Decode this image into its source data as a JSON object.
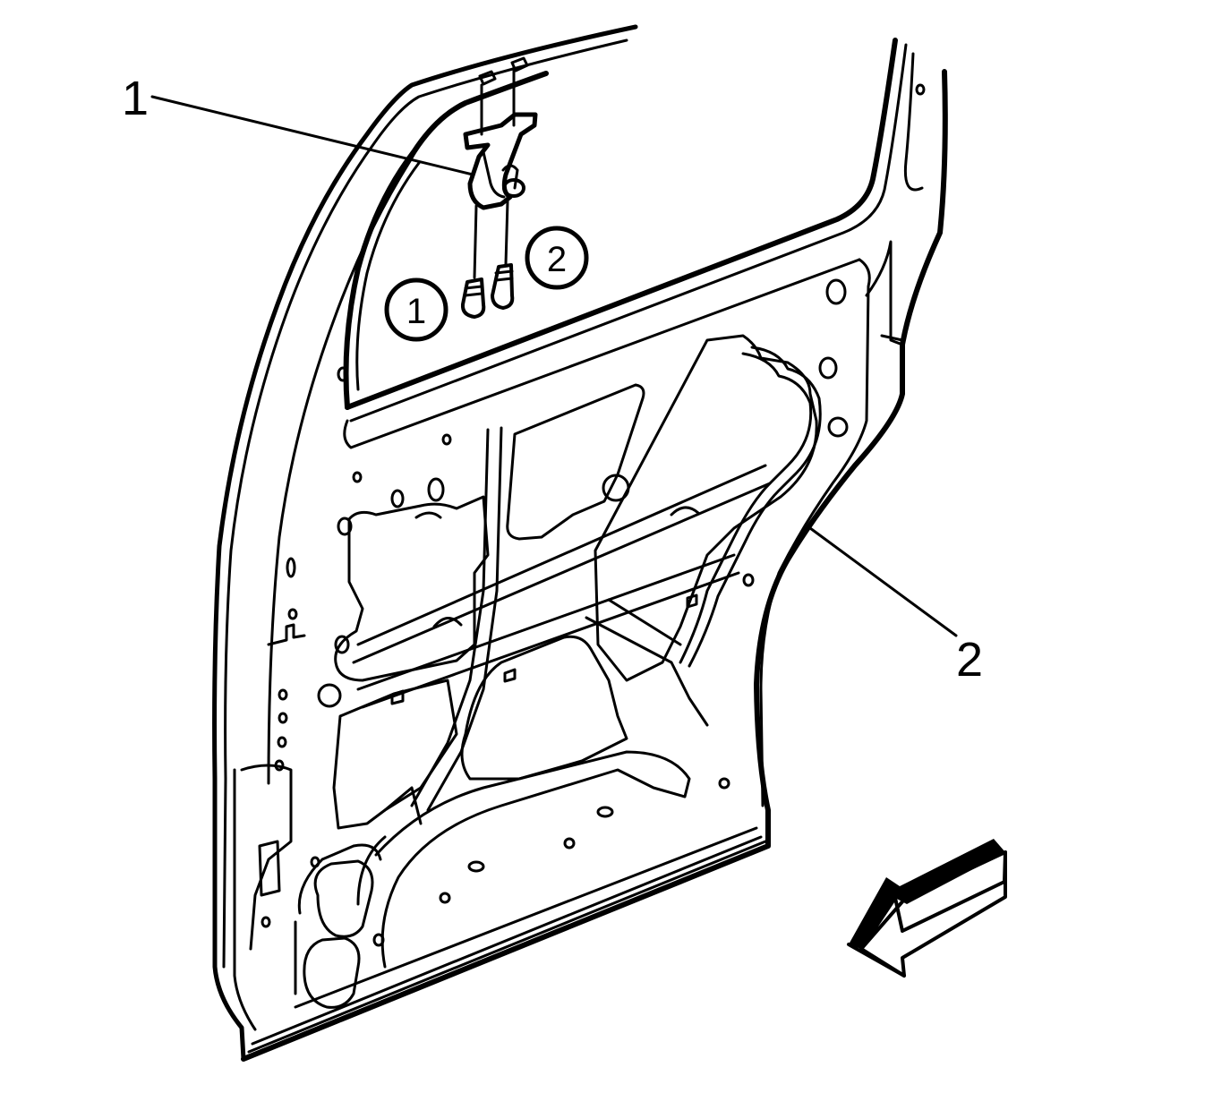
{
  "callouts": {
    "part_1": "1",
    "part_2": "2"
  },
  "steps": {
    "step_1": "1",
    "step_2": "2"
  },
  "colors": {
    "line": "#000000",
    "background": "#ffffff"
  }
}
